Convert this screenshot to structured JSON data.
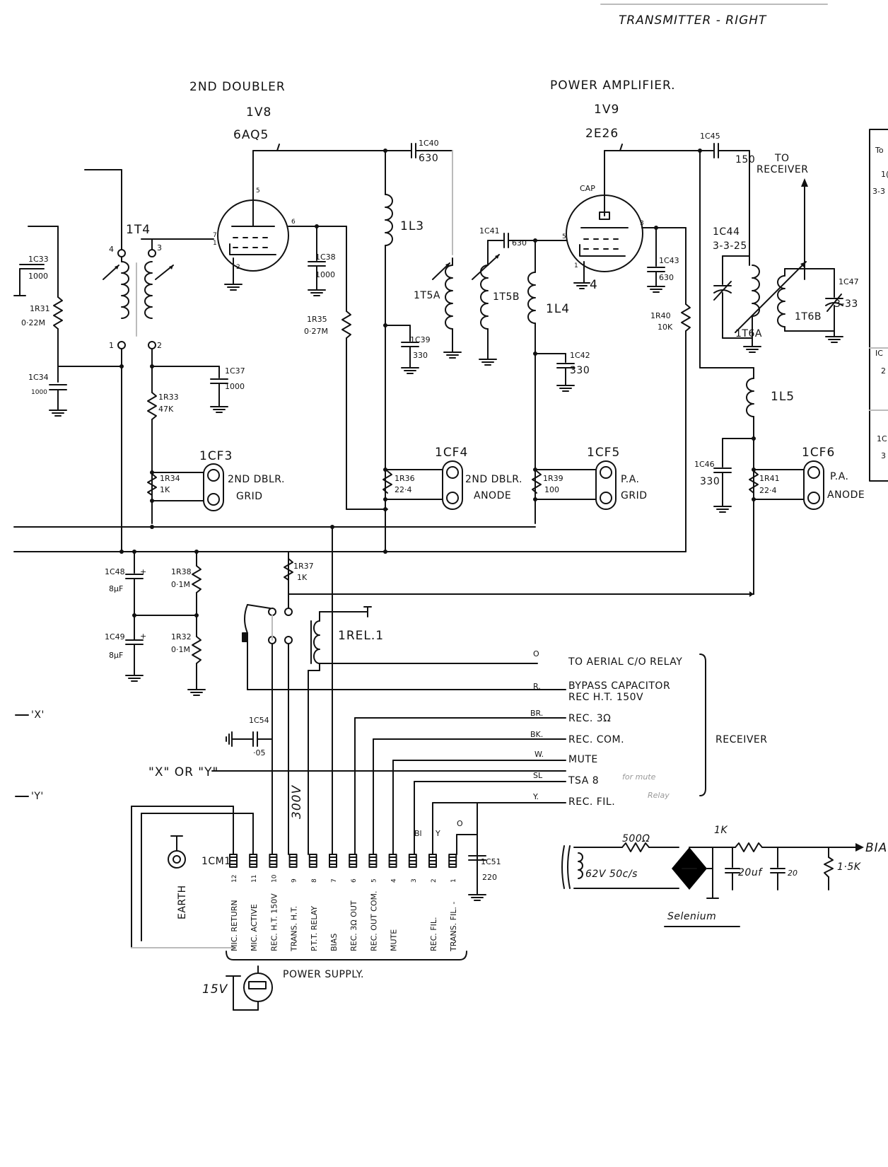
{
  "title": "TRANSMITTER - RIGHT",
  "sections": {
    "doubler_title": "2ND DOUBLER",
    "pa_title": "POWER AMPLIFIER."
  },
  "tubes": {
    "v8_ref": "1V8",
    "v8_type": "6AQ5",
    "v9_ref": "1V9",
    "v9_type": "2E26",
    "v9_cap": "CAP",
    "v9_pin4": "4"
  },
  "labels": {
    "c33": "1C33",
    "c33_val": "1000",
    "r31": "1R31",
    "r31_val": "0·22M",
    "c34": "1C34",
    "c34_val": "1000",
    "t4": "1T4",
    "c37": "1C37",
    "c37_val": "1000",
    "r33": "1R33",
    "r33_val": "47K",
    "cf3": "1CF3",
    "cf3_1": "2ND DBLR.",
    "cf3_2": "GRID",
    "r34": "1R34",
    "r34_val": "1K",
    "c38": "1C38",
    "c38_val": "1000",
    "r35": "1R35",
    "r35_val": "0·27M",
    "c40": "1C40",
    "c40_val": "630",
    "l3": "1L3",
    "c39": "1C39",
    "c39_val": "330",
    "t5a": "1T5A",
    "t5b": "1T5B",
    "c41": "1C41",
    "c41_val": "630",
    "l4": "1L4",
    "c42": "1C42",
    "c42_val": "330",
    "cf4": "1CF4",
    "cf4_1": "2ND DBLR.",
    "cf4_2": "ANODE",
    "r36": "1R36",
    "r36_val": "22·4",
    "cf5": "1CF5",
    "cf5_1": "P.A.",
    "cf5_2": "GRID",
    "r39": "1R39",
    "r39_val": "100",
    "c43": "1C43",
    "c43_val": "630",
    "r40": "1R40",
    "r40_val": "10K",
    "c45": "1C45",
    "c45_val": "150",
    "to_receiver": "TO RECEIVER",
    "c44": "1C44",
    "c44_val": "3-3-25",
    "t6a": "1T6A",
    "t6b": "1T6B",
    "c47": "1C47",
    "c47_val": "3-33",
    "l5": "1L5",
    "c46": "1C46",
    "c46_val": "330",
    "cf6": "1CF6",
    "cf6_1": "P.A.",
    "cf6_2": "ANODE",
    "r41": "1R41",
    "r41_val": "22·4",
    "c48": "1C48",
    "c48_val": "8μF",
    "r38": "1R38",
    "r38_val": "0·1M",
    "c49": "1C49",
    "c49_val": "8μF",
    "r32": "1R32",
    "r32_val": "0·1M",
    "r37": "1R37",
    "r37_val": "1K",
    "rel1": "1REL.1",
    "c54": "1C54",
    "c54_val": "·05",
    "xy": "\"X\" OR \"Y\"",
    "x": "'X'",
    "y": "'Y'",
    "c51": "1C51",
    "c51_val": "220",
    "earth": "EARTH",
    "m1": "1CM1",
    "power_supply": "POWER SUPPLY.",
    "receiver": "RECEIVER",
    "v300": "300V",
    "v15": "15V",
    "edge_to": "To",
    "edge_1": "1(",
    "edge_33": "3-3",
    "edge_ic": "IC",
    "edge_2": "2",
    "edge_1c": "1C",
    "edge_3": "3"
  },
  "receiver_lines": [
    {
      "code": "O",
      "text": "TO AERIAL C/O RELAY"
    },
    {
      "code": "R.",
      "text": "BYPASS CAPACITOR REC H.T. 150V"
    },
    {
      "code": "BR.",
      "text": "REC. 3Ω"
    },
    {
      "code": "BK.",
      "text": "REC. COM."
    },
    {
      "code": "W.",
      "text": "MUTE"
    },
    {
      "code": "SL",
      "text": "TSA 8"
    },
    {
      "code": "Y.",
      "text": "REC. FIL."
    }
  ],
  "connector_pins": [
    {
      "num": "12",
      "label": "MIC. RETURN"
    },
    {
      "num": "11",
      "label": "MIC. ACTIVE"
    },
    {
      "num": "10",
      "label": "REC. H.T. 150V"
    },
    {
      "num": "9",
      "label": "TRANS. H.T."
    },
    {
      "num": "8",
      "label": "P.T.T. RELAY"
    },
    {
      "num": "7",
      "label": "BIAS"
    },
    {
      "num": "6",
      "label": "REC. 3Ω OUT"
    },
    {
      "num": "5",
      "label": "REC. OUT COM."
    },
    {
      "num": "4",
      "label": "MUTE"
    },
    {
      "num": "3",
      "label": ""
    },
    {
      "num": "2",
      "label": "REC. FIL."
    },
    {
      "num": "1",
      "label": "TRANS. FIL. -"
    }
  ],
  "pin_marks": {
    "p3": "Bl",
    "p2": "Y",
    "p1": "O"
  },
  "handwritten": {
    "mute_note_1": "for mute",
    "mute_note_2": "Relay",
    "r500": "500Ω",
    "tx": "62V 50c/s",
    "r1k": "1K",
    "c20": "20uf",
    "c2": "20",
    "r15k": "1·5K",
    "bias": "BIA",
    "selenium": "Selenium"
  }
}
